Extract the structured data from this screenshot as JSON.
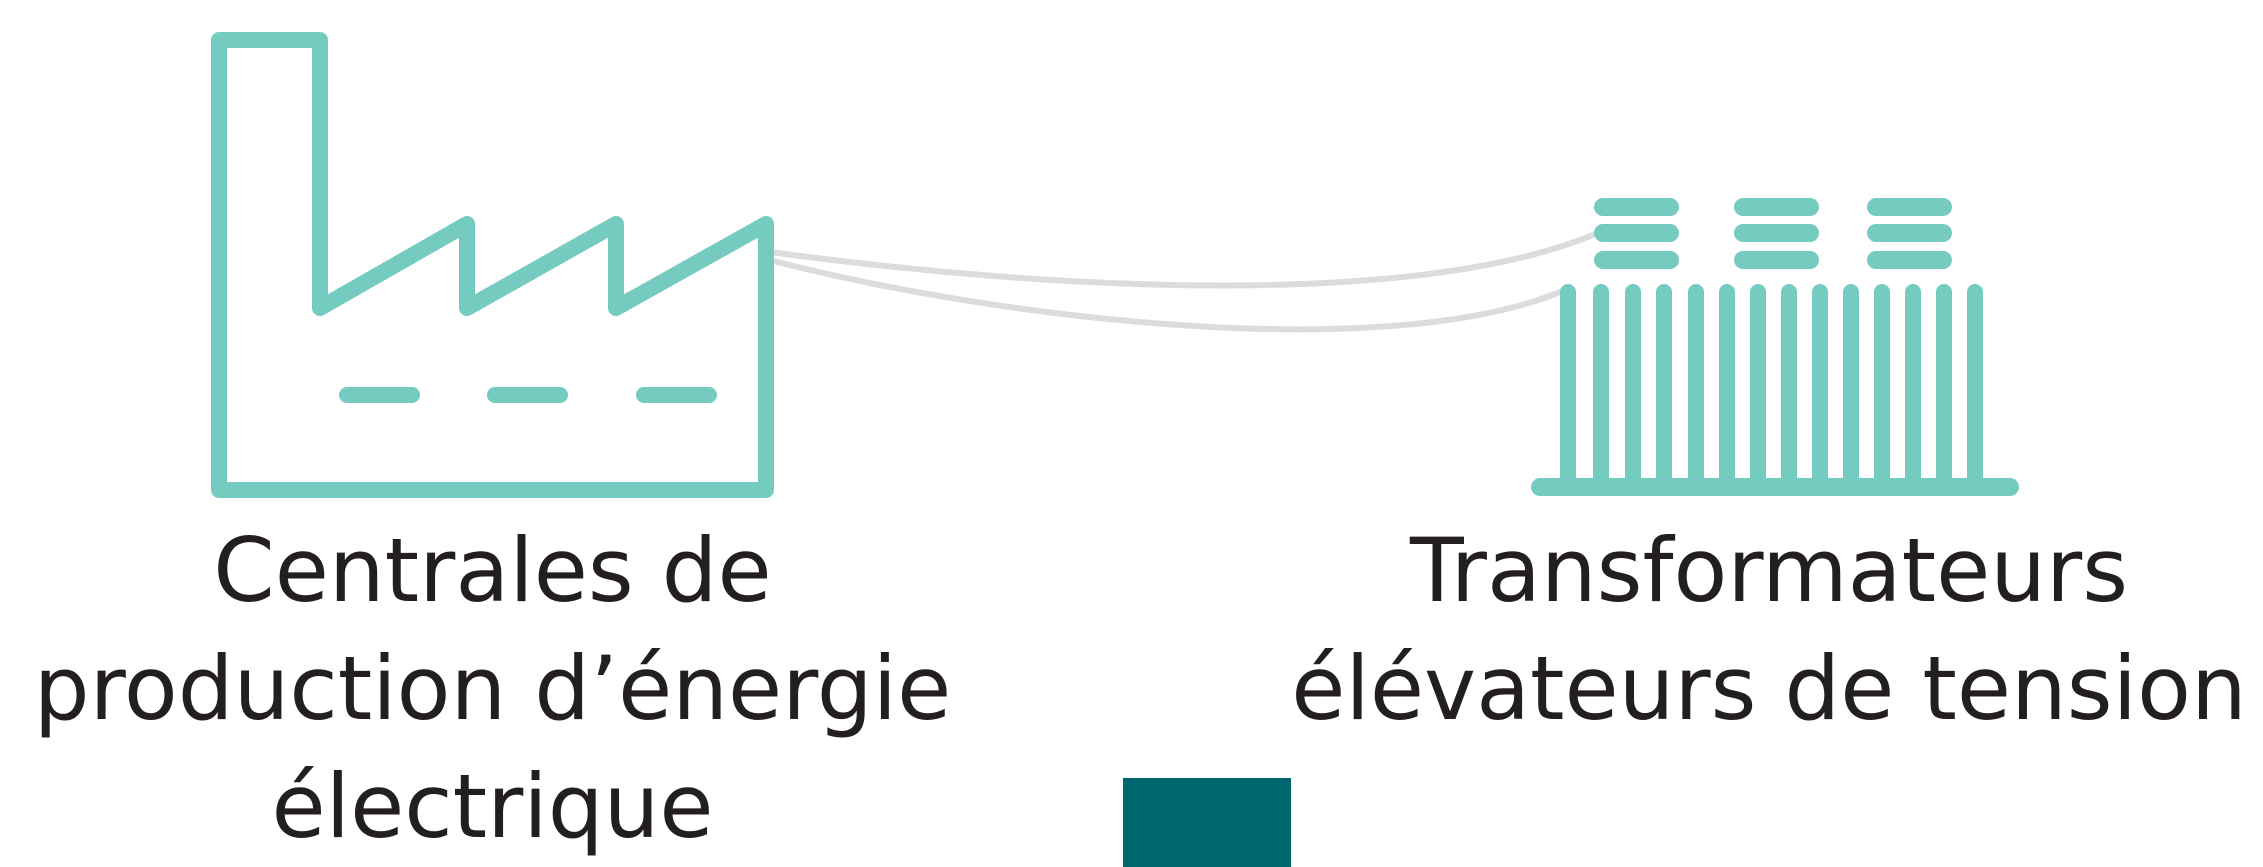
{
  "colors": {
    "icon": "#76cbc0",
    "wire": "#dcdcdf",
    "text": "#231f20",
    "block": "#006670"
  },
  "nodes": {
    "plant": {
      "icon": "factory-icon",
      "label_lines": [
        "Centrales de",
        "production d’énergie",
        "électrique"
      ]
    },
    "transformer": {
      "icon": "transformer-icon",
      "label_lines": [
        "Transformateurs",
        "élévateurs de tension"
      ]
    }
  },
  "connection": {
    "from": "plant",
    "to": "transformer",
    "wires": 2
  }
}
